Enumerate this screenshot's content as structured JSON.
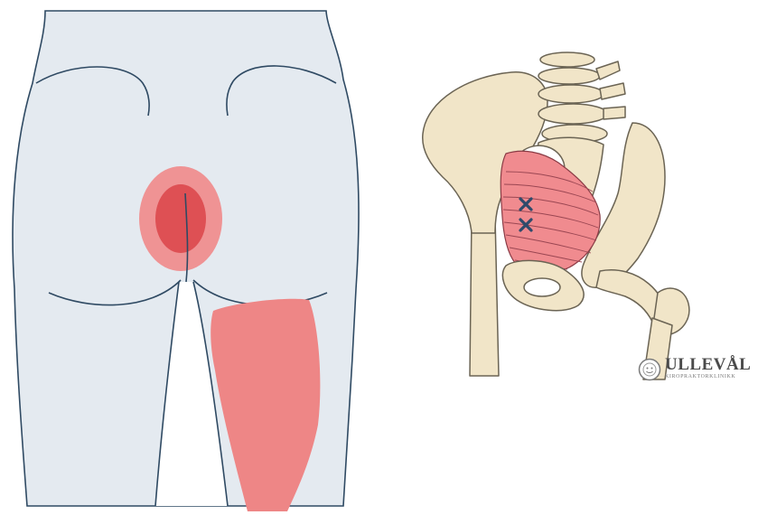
{
  "figure": {
    "left_panel": "posterior-buttocks-pain-map",
    "right_panel": "pelvis-muscle-trigger-points",
    "trigger_point_marks": 2
  },
  "colors": {
    "skin": "#e4eaf0",
    "outline": "#2f4a63",
    "pain_primary": "#de5054",
    "pain_halo": "#ef9394",
    "pain_referred": "#ee8686",
    "bone": "#f1e5c8",
    "bone_outline": "#6b6454",
    "muscle": "#f08b8f",
    "trigger_mark": "#2f4a6b"
  },
  "logo": {
    "name": "ULLEVÅL",
    "subtitle": "KIROPRAKTORKLINIKK"
  }
}
